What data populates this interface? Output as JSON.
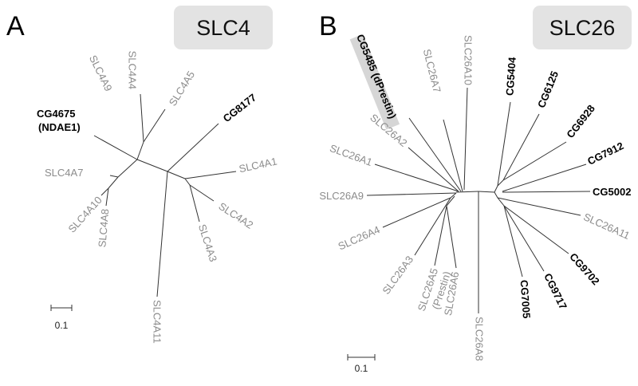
{
  "panelA": {
    "letter": "A",
    "family": "SLC4",
    "scale_label": "0.1",
    "labels": {
      "slc4a9": "SLC4A9",
      "slc4a4": "SLC4A4",
      "slc4a5": "SLC4A5",
      "cg4675_line1": "CG4675",
      "cg4675_line2": "(NDAE1)",
      "cg8177": "CG8177",
      "slc4a1": "SLC4A1",
      "slc4a7": "SLC4A7",
      "slc4a10": "SLC4A10",
      "slc4a8": "SLC4A8",
      "slc4a2": "SLC4A2",
      "slc4a3": "SLC4A3",
      "slc4a11": "SLC4A11"
    }
  },
  "panelB": {
    "letter": "B",
    "family": "SLC26",
    "scale_label": "0.1",
    "labels": {
      "cg5485": "CG5485 (dPrestin)",
      "slc26a7": "SLC26A7",
      "slc26a10": "SLC26A10",
      "cg5404": "CG5404",
      "cg6125": "CG6125",
      "cg6928": "CG6928",
      "cg7912": "CG7912",
      "cg5002": "CG5002",
      "slc26a11": "SLC26A11",
      "cg9702": "CG9702",
      "cg9717": "CG9717",
      "cg7005": "CG7005",
      "slc26a2": "SLC26A2",
      "slc26a1": "SLC26A1",
      "slc26a9": "SLC26A9",
      "slc26a4": "SLC26A4",
      "slc26a3": "SLC26A3",
      "slc26a5_line1": "SLC26A5",
      "slc26a5_line2": "(Prestin)",
      "slc26a6": "SLC26A6",
      "slc26a8": "SLC26A8"
    }
  },
  "colors": {
    "vertebrate_label": "#8c8c8c",
    "drosophila_label": "#000000",
    "family_box": "#e3e3e3",
    "highlight_box": "#d6d6d6"
  }
}
